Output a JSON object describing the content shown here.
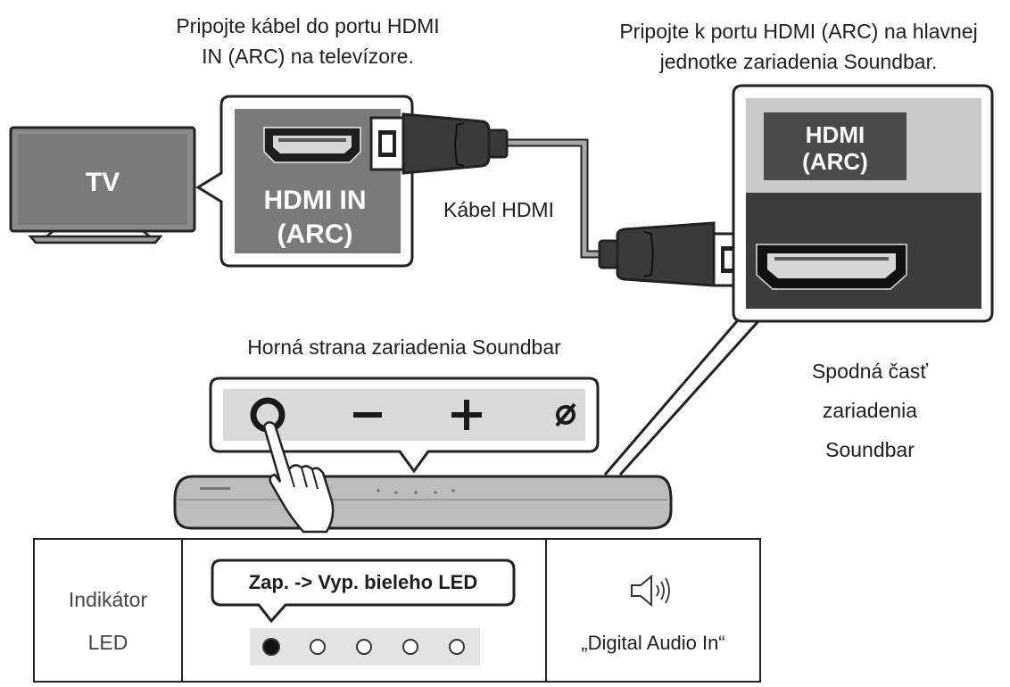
{
  "captions": {
    "tv_port_line1": "Pripojte kábel do portu HDMI",
    "tv_port_line2": "IN (ARC) na televízore.",
    "soundbar_port_line1": "Pripojte k portu HDMI (ARC) na hlavnej",
    "soundbar_port_line2": "jednotke zariadenia Soundbar.",
    "cable": "Kábel HDMI",
    "top_side": "Horná strana zariadenia Soundbar",
    "bottom_line1": "Spodná časť",
    "bottom_line2": "zariadenia",
    "bottom_line3": "Soundbar"
  },
  "tv": {
    "label": "TV"
  },
  "tv_port": {
    "line1": "HDMI IN",
    "line2": "(ARC)"
  },
  "soundbar_port": {
    "line1": "HDMI",
    "line2": "(ARC)"
  },
  "top_buttons": [
    "power-icon",
    "minus-icon",
    "plus-icon",
    "source-icon"
  ],
  "led_table": {
    "row_label_line1": "Indikátor",
    "row_label_line2": "LED",
    "callout": "Zap. -> Vyp. bieleho LED",
    "leds": [
      {
        "state": "on"
      },
      {
        "state": "off"
      },
      {
        "state": "off"
      },
      {
        "state": "off"
      },
      {
        "state": "off"
      }
    ],
    "speaker_icon": "speaker-sound-icon",
    "mode_text": "„Digital Audio In“"
  },
  "colors": {
    "panel_gray": "#7a7a7a",
    "light_gray": "#d9d9d9",
    "dark_gray": "#3c3c3c",
    "cable_gray": "#a8a8a8",
    "outline": "#222222"
  }
}
